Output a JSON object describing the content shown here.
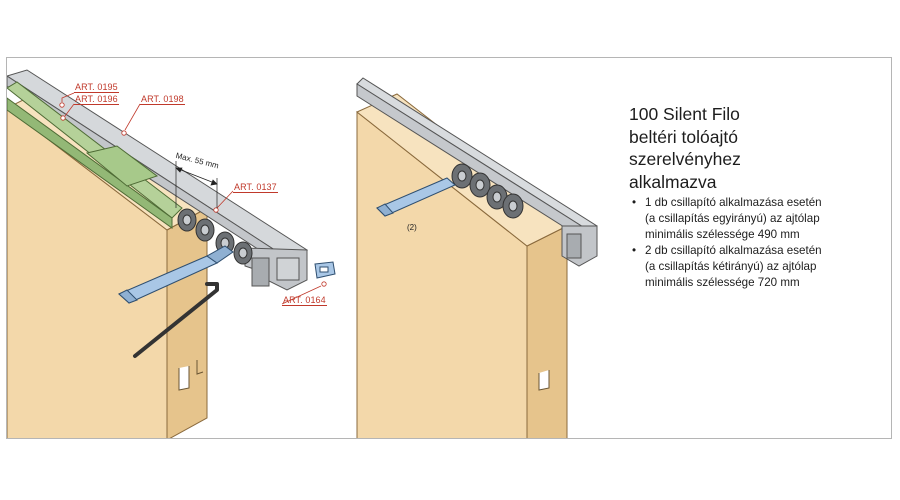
{
  "description": {
    "title_lines": [
      "100 Silent Filo",
      "beltéri tolóajtó",
      "szerelvényhez",
      "alkalmazva"
    ],
    "bullets": [
      {
        "lines": [
          "1 db csillapító alkalmazása esetén",
          "(a csillapítás egyirányú) az ajtólap",
          "minimális szélessége 490 mm"
        ]
      },
      {
        "lines": [
          "2 db csillapító alkalmazása esetén",
          "(a csillapítás kétirányú) az ajtólap",
          "minimális szélessége 720 mm"
        ]
      }
    ]
  },
  "left_drawing": {
    "callouts": {
      "art_0195": "ART. 0195",
      "art_0196": "ART. 0196",
      "art_0198": "ART. 0198",
      "art_0137": "ART. 0137",
      "art_0164": "ART. 0164"
    },
    "dimension": "Max. 55 mm"
  },
  "right_drawing": {
    "reference": "(2)"
  },
  "colors": {
    "wood": "#f3d8aa",
    "wood_edge": "#d8b57c",
    "rail": "#b9bcc0",
    "damper": "#a8c98a",
    "bracket": "#9fbfe0",
    "callout": "#c0392b"
  }
}
